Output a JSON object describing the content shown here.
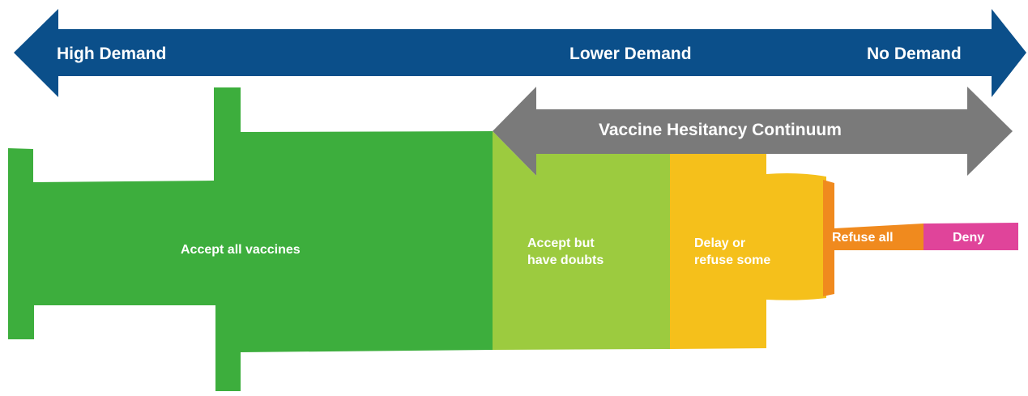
{
  "demand_arrow": {
    "high": "High Demand",
    "lower": "Lower Demand",
    "none": "No Demand",
    "color": "#0b4f8a"
  },
  "continuum_arrow": {
    "title": "Vaccine Hesitancy Continuum",
    "color": "#7a7a7a"
  },
  "segments": {
    "accept_all": {
      "label": "Accept all vaccines",
      "color": "#3dae3d"
    },
    "accept_doubts": {
      "line1": "Accept but",
      "line2": "have doubts",
      "color": "#9ccb3f"
    },
    "delay_refuse": {
      "line1": "Delay or",
      "line2": "refuse some",
      "color": "#f5c01b"
    },
    "refuse_all": {
      "label": "Refuse all",
      "color": "#f08a1e"
    },
    "deny": {
      "label": "Deny",
      "color": "#e0449a"
    }
  }
}
